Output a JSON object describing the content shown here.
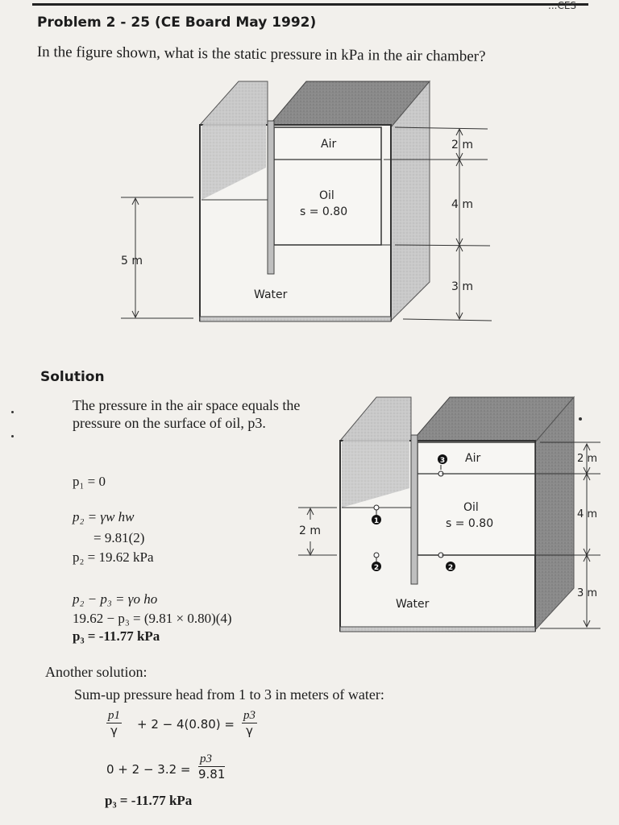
{
  "header": {
    "top_mark": "...CES",
    "title": "Problem 2 - 25 (CE Board May 1992)",
    "question": "In the figure shown, what is the static pressure in kPa in the air chamber?"
  },
  "figure1": {
    "air": "Air",
    "oil": "Oil",
    "oil_s": "s = 0.80",
    "water": "Water",
    "dim_5m": "5 m",
    "dim_2m": "2 m",
    "dim_4m": "4 m",
    "dim_3m": "3 m"
  },
  "figure2": {
    "air": "Air",
    "oil": "Oil",
    "oil_s": "s = 0.80",
    "water": "Water",
    "dim_2m_left": "2 m",
    "dim_2m_right": "2 m",
    "dim_4m": "4 m",
    "dim_3m": "3 m",
    "point_1": "1",
    "point_2_left": "2",
    "point_2_right": "2",
    "point_3": "3"
  },
  "solution": {
    "heading": "Solution",
    "intro": "The pressure in the air space equals the pressure on the surface of oil, p3.",
    "eq_p1": "p₁ = 0",
    "eq_p2_a": "p₂ = γw hw",
    "eq_p2_b": "= 9.81(2)",
    "eq_p2_c": "p₂ = 19.62 kPa",
    "eq_p23": "p₂ − p₃ = γo ho",
    "eq_sub": "19.62 − p₃ = (9.81 × 0.80)(4)",
    "eq_result": "p₃ = -11.77 kPa"
  },
  "another": {
    "heading": "Another solution:",
    "sumup": "Sum-up pressure head from 1 to 3 in meters of water:",
    "f1_num": "p1",
    "f1_den": "γ",
    "f1_mid": "+ 2 − 4(0.80) =",
    "f2_num": "p3",
    "f2_den": "γ",
    "f3_left": "0 + 2 − 3.2 =",
    "f3_num": "p3",
    "f3_den": "9.81",
    "final": "p₃ = -11.77 kPa"
  }
}
